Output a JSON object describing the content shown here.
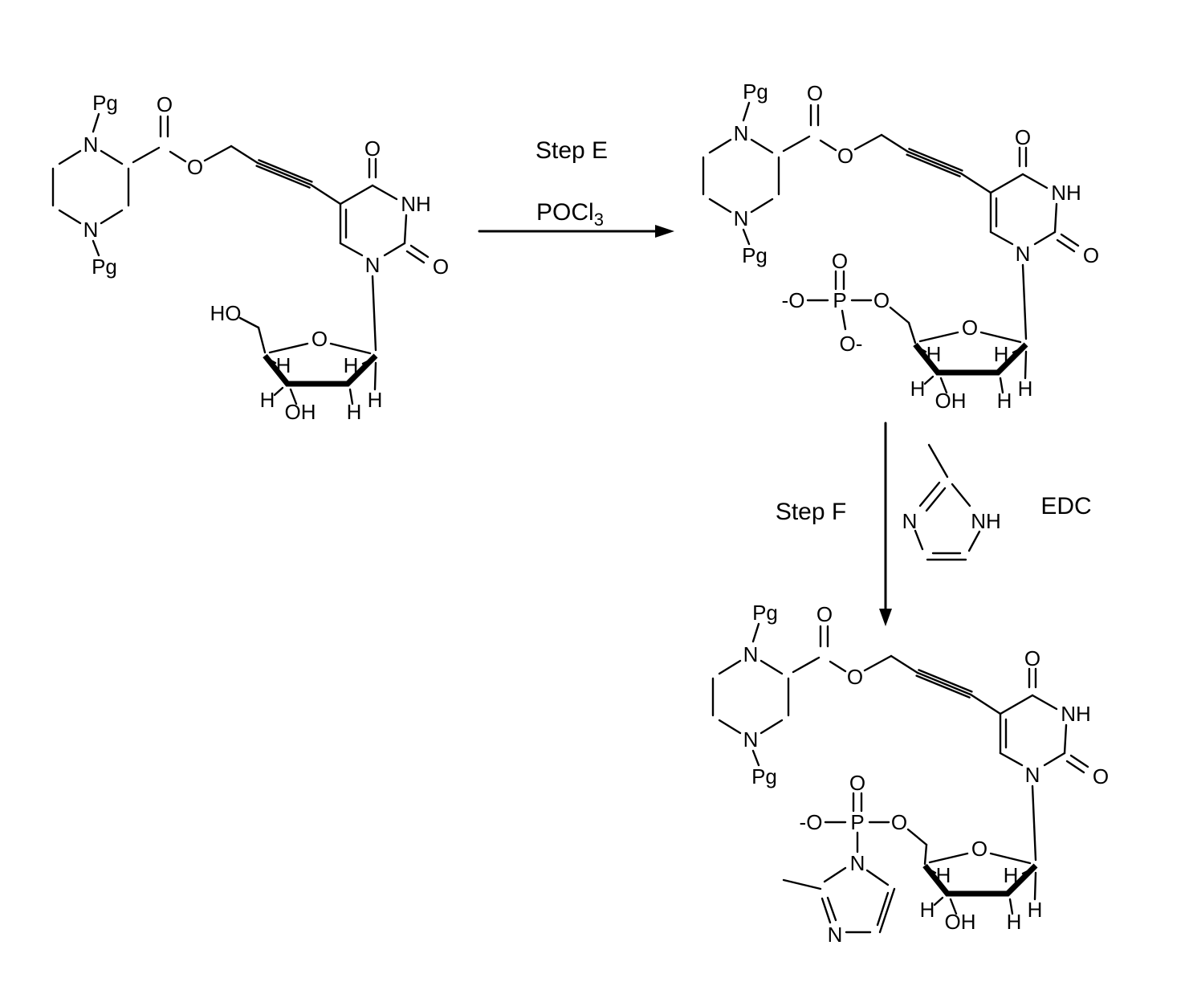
{
  "scheme": {
    "step_e": {
      "label": "Step E",
      "reagent_formula": "POCl",
      "reagent_subscript": "3"
    },
    "step_f": {
      "label": "Step F",
      "reagent": "EDC"
    }
  },
  "atom_labels": {
    "pg": "Pg",
    "n": "N",
    "nh": "NH",
    "o": "O",
    "ho": "HO",
    "oh": "OH",
    "h": "H",
    "p": "P",
    "o_anion": "O-",
    "anion_o": "-O"
  }
}
